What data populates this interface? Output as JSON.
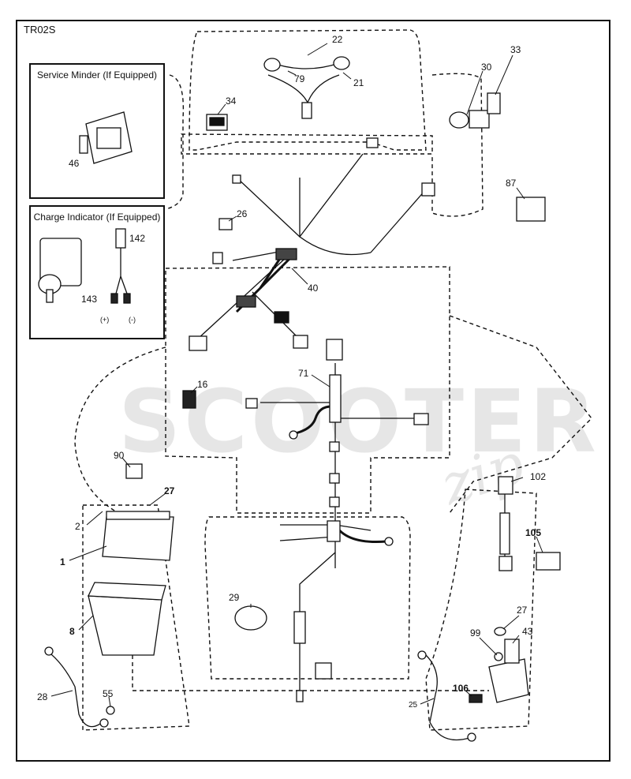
{
  "diagram": {
    "code": "TR02S",
    "insets": {
      "service_minder": {
        "title": "Service Minder (If Equipped)",
        "part": "46"
      },
      "charge_indicator": {
        "title": "Charge Indicator (If Equipped)",
        "parts": [
          "142",
          "143"
        ],
        "polarity_pos": "(+)",
        "polarity_neg": "(-)"
      }
    },
    "callouts": {
      "c22": "22",
      "c79": "79",
      "c21": "21",
      "c33": "33",
      "c30": "30",
      "c34": "34",
      "c87": "87",
      "c26": "26",
      "c40": "40",
      "c71": "71",
      "c16": "16",
      "c90": "90",
      "c27a": "27",
      "c2": "2",
      "c1": "1",
      "c8": "8",
      "c29": "29",
      "c102": "102",
      "c105": "105",
      "c27b": "27",
      "c43": "43",
      "c99": "99",
      "c28": "28",
      "c55": "55",
      "c25": "25",
      "c106": "106"
    },
    "watermark": {
      "main": "SCOOTER",
      "sub": "zip"
    }
  }
}
